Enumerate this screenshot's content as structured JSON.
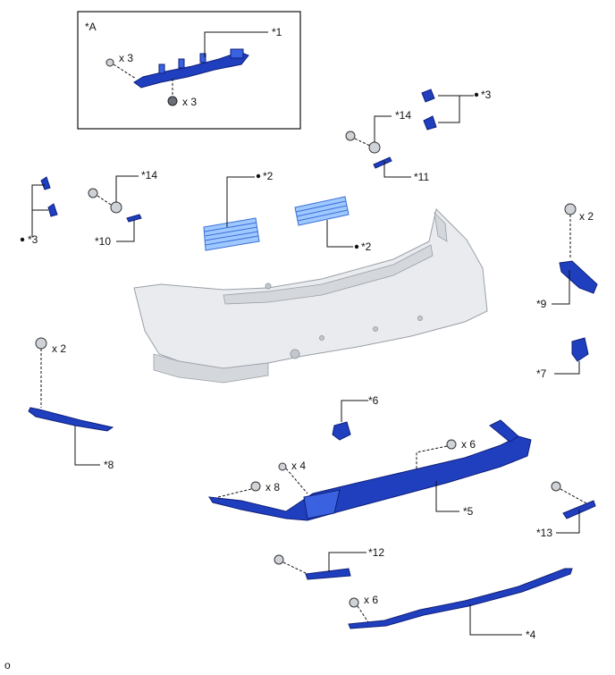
{
  "figure_code": "o",
  "inset": {
    "title": "*A",
    "qty_screw": "x 3",
    "qty_nut": "x 3"
  },
  "callouts": {
    "c1": "*1",
    "c2a": "*2",
    "c2b": "*2",
    "c3a": "*3",
    "c3b": "*3",
    "c4": "*4",
    "c5": "*5",
    "c6": "*6",
    "c7": "*7",
    "c8": "*8",
    "c9": "*9",
    "c10": "*10",
    "c11": "*11",
    "c12": "*12",
    "c13": "*13",
    "c14a": "*14",
    "c14b": "*14"
  },
  "quantities": {
    "q9": "x 2",
    "q8": "x 2",
    "q5_right": "x 6",
    "q5_small": "x 4",
    "q5_left": "x 8",
    "q4": "x 6"
  },
  "colors": {
    "part": "#1f3fbf",
    "grille": "#9ec8ff",
    "bumper": "#e9ebee"
  }
}
